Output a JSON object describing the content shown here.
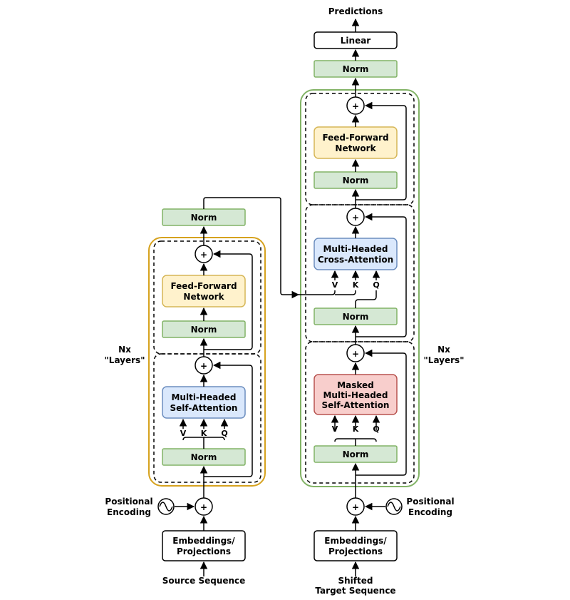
{
  "output": {
    "predictions": "Predictions",
    "linear": "Linear",
    "norm": "Norm"
  },
  "encoder": {
    "norm_top": "Norm",
    "ff_line1": "Feed-Forward",
    "ff_line2": "Network",
    "norm_ff": "Norm",
    "attn_line1": "Multi-Headed",
    "attn_line2": "Self-Attention",
    "norm_attn": "Norm",
    "v": "V",
    "k": "K",
    "q": "Q",
    "nx_line1": "Nx",
    "nx_line2": "\"Layers\"",
    "pos_line1": "Positional",
    "pos_line2": "Encoding",
    "emb_line1": "Embeddings/",
    "emb_line2": "Projections",
    "input": "Source Sequence"
  },
  "decoder": {
    "ff_line1": "Feed-Forward",
    "ff_line2": "Network",
    "norm_ff": "Norm",
    "cross_line1": "Multi-Headed",
    "cross_line2": "Cross-Attention",
    "norm_cross": "Norm",
    "masked_line1": "Masked",
    "masked_line2": "Multi-Headed",
    "masked_line3": "Self-Attention",
    "norm_masked": "Norm",
    "v1": "V",
    "k1": "K",
    "q1": "Q",
    "v2": "V",
    "k2": "K",
    "q2": "Q",
    "nx_line1": "Nx",
    "nx_line2": "\"Layers\"",
    "pos_line1": "Positional",
    "pos_line2": "Encoding",
    "emb_line1": "Embeddings/",
    "emb_line2": "Projections",
    "input_line1": "Shifted",
    "input_line2": "Target Sequence"
  },
  "plus": "+"
}
